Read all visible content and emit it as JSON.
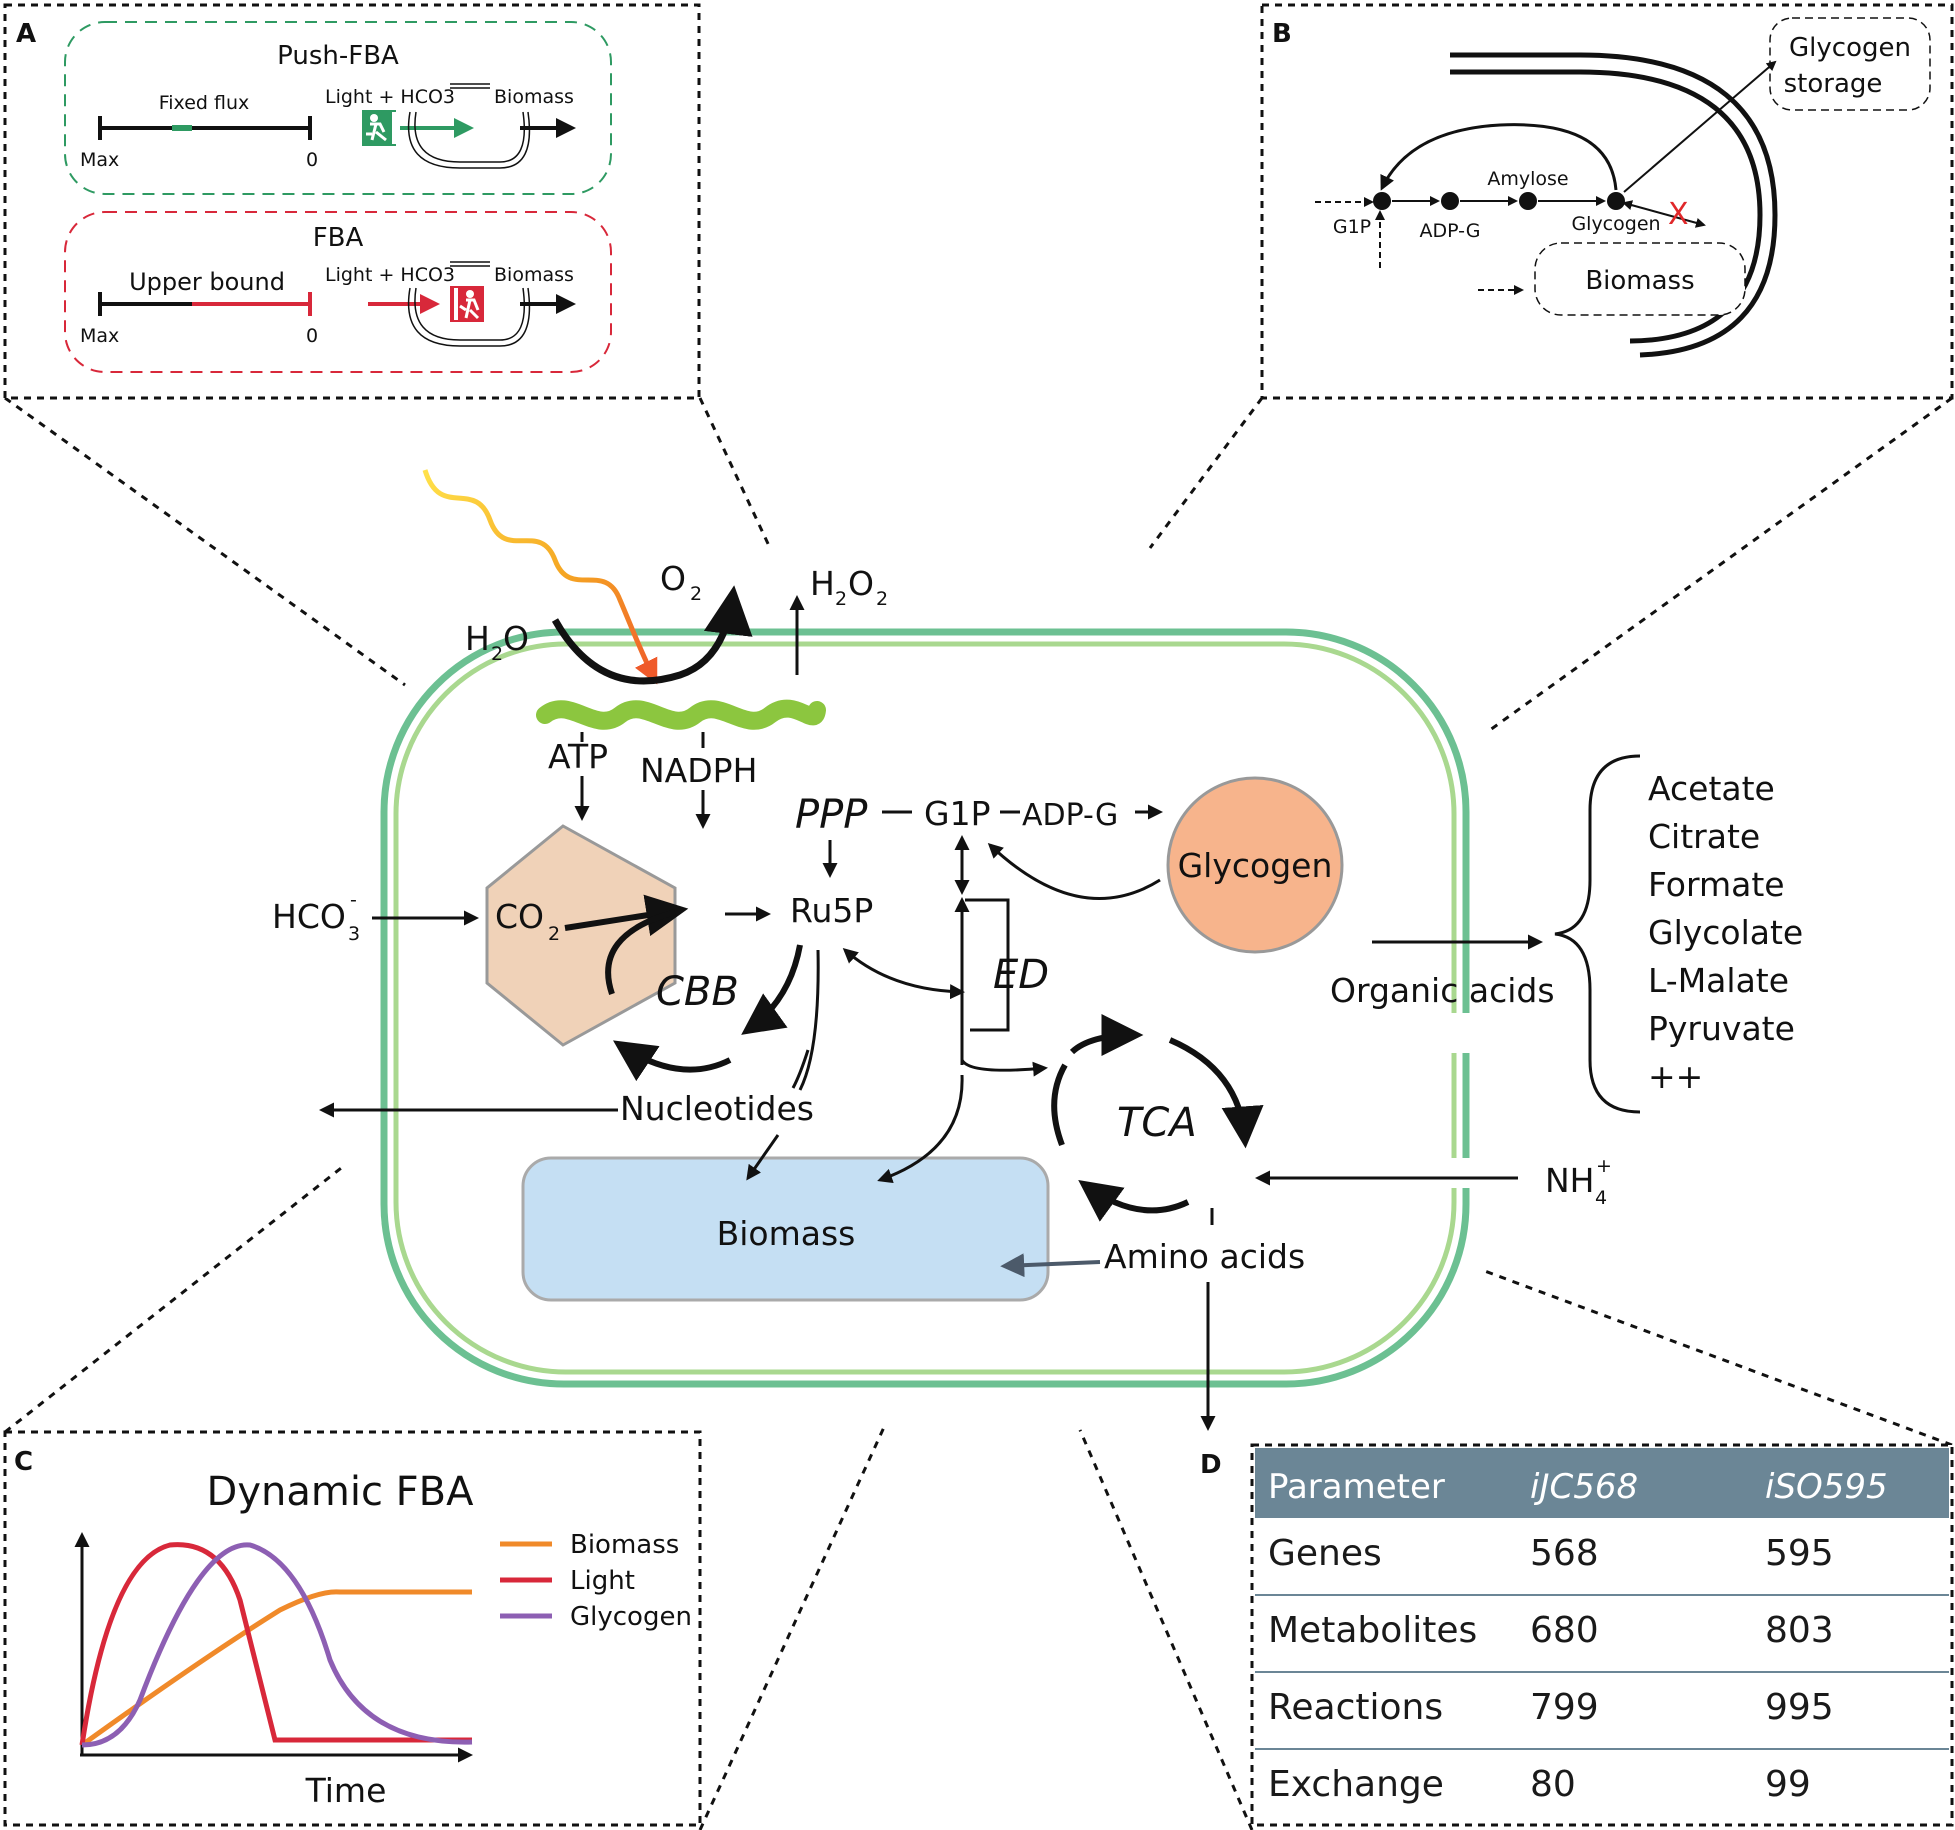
{
  "panels": {
    "a": {
      "letter": "A",
      "push_title": "Push-FBA",
      "push_bar_label": "Fixed flux",
      "push_max": "Max",
      "push_zero": "0",
      "push_reaction": "Light + HCO3",
      "push_product": "Biomass",
      "fba_title": "FBA",
      "fba_bar_label": "Upper bound",
      "fba_max": "Max",
      "fba_zero": "0",
      "fba_reaction": "Light + HCO3",
      "fba_product": "Biomass",
      "colors": {
        "push": "#2e9a62",
        "fba": "#d8283a"
      }
    },
    "b": {
      "letter": "B",
      "storage": "Glycogen storage",
      "storage_line1": "Glycogen",
      "storage_line2": "storage",
      "amylose": "Amylose",
      "g1p": "G1P",
      "adpg": "ADP-G",
      "glycogen": "Glycogen",
      "biomass": "Biomass",
      "block_mark": "X"
    },
    "c": {
      "letter": "C",
      "title": "Dynamic FBA",
      "xlabel": "Time",
      "legend": [
        "Biomass",
        "Light",
        "Glycogen"
      ],
      "colors": [
        "#f08a2a",
        "#d8283a",
        "#8d5fb3"
      ]
    },
    "d": {
      "letter": "D",
      "header": [
        "Parameter",
        "iJC568",
        "iSO595"
      ],
      "rows": [
        [
          "Genes",
          "568",
          "595"
        ],
        [
          "Metabolites",
          "680",
          "803"
        ],
        [
          "Reactions",
          "799",
          "995"
        ],
        [
          "Exchange",
          "80",
          "99"
        ]
      ],
      "header_color": "#6b8696"
    }
  },
  "cell": {
    "o2": "O",
    "o2_sub": "2",
    "h2o2_a": "H",
    "h2o2_sub1": "2",
    "h2o2_b": "O",
    "h2o2_sub2": "2",
    "h2o_a": "H",
    "h2o_sub": "2",
    "h2o_b": "O",
    "atp": "ATP",
    "nadph": "NADPH",
    "hco3": "HCO",
    "hco3_sub": "3",
    "hco3_sup": "-",
    "co2": "CO",
    "co2_sub": "2",
    "cbb": "CBB",
    "ppp": "PPP",
    "g1p": "G1P",
    "adpg": "ADP-G",
    "glycogen": "Glycogen",
    "ru5p": "Ru5P",
    "ed": "ED",
    "tca": "TCA",
    "nucleotides": "Nucleotides",
    "biomass": "Biomass",
    "amino_acids": "Amino acids",
    "nh4": "NH",
    "nh4_sub": "4",
    "nh4_sup": "+",
    "organic_acids": "Organic acids",
    "acids_list": [
      "Acetate",
      "Citrate",
      "Formate",
      "Glycolate",
      "L-Malate",
      "Pyruvate",
      "++"
    ],
    "colors": {
      "membrane_outer": "#6cc092",
      "membrane_inner": "#a9d88f",
      "hexagon": "#f0d2b8",
      "glycogen": "#f7b48c",
      "biomass": "#c5dff3",
      "thylakoid": "#8cc63f"
    }
  }
}
